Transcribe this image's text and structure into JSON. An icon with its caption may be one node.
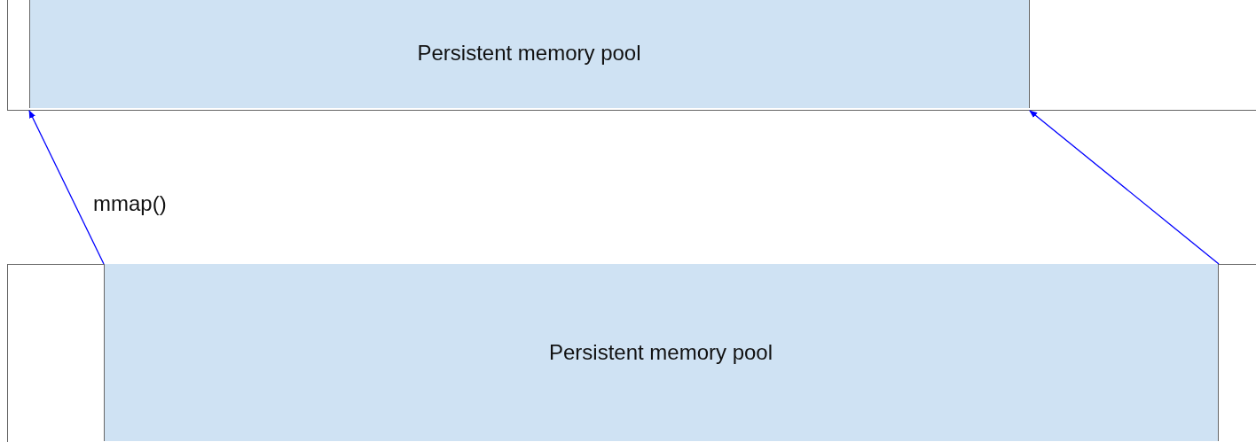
{
  "diagram": {
    "nodes": [
      {
        "text": [],
        "shape": "bar"
      },
      {
        "text": [
          "Persistent memory pool"
        ],
        "in": 0
      },
      {
        "text": [],
        "shape": "bar"
      },
      {
        "text": [
          "Persistent memory pool"
        ],
        "in": 2
      }
    ],
    "edges": [
      {
        "from": 3,
        "to": 1,
        "arrow": "to",
        "label": "mmap()"
      },
      {
        "from": 3,
        "to": 1,
        "arrow": "to"
      }
    ]
  }
}
